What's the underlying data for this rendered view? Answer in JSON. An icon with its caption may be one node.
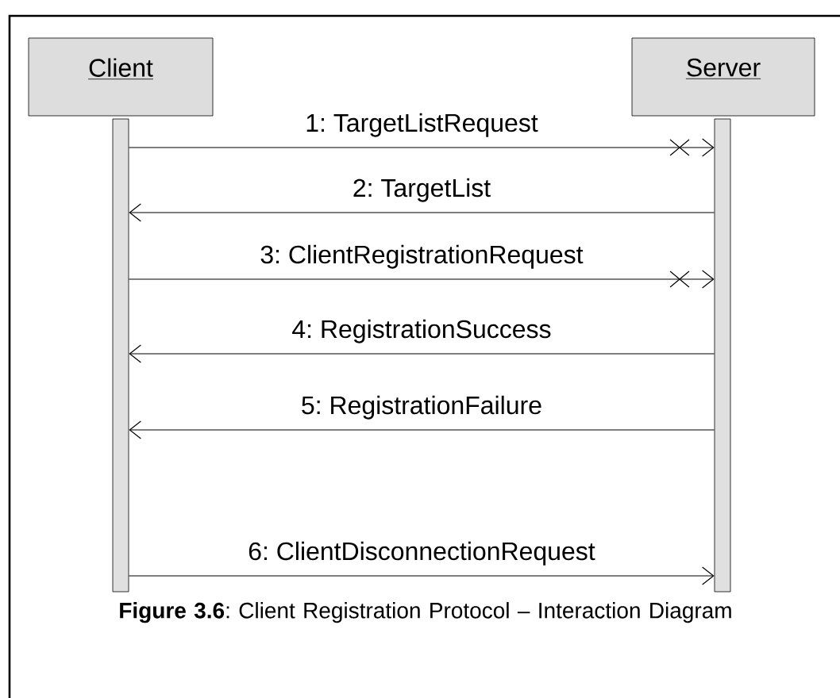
{
  "diagram": {
    "caption": "**Figure 3.6**: Client Registration Protocol – Interaction Diagram",
    "nodes": [
      {
        "text": [
          "Client"
        ]
      },
      {
        "text": [
          "Server"
        ]
      },
      {
        "text": [],
        "shape": "bar"
      },
      {
        "text": [],
        "shape": "bar"
      }
    ],
    "edges": [
      {
        "from": 2,
        "to": 3,
        "arrow": "to",
        "label": "1: TargetListRequest"
      },
      {
        "from": 3,
        "to": 2,
        "arrow": "to",
        "label": "2: TargetList"
      },
      {
        "from": 2,
        "to": 3,
        "arrow": "to",
        "label": "3: ClientRegistrationRequest"
      },
      {
        "from": 3,
        "to": 2,
        "arrow": "to",
        "label": "4: RegistrationSuccess"
      },
      {
        "from": 3,
        "to": 2,
        "arrow": "to",
        "label": "5: RegistrationFailure"
      },
      {
        "from": 2,
        "to": 3,
        "arrow": "to",
        "label": "6: ClientDisconnectionRequest"
      }
    ]
  }
}
